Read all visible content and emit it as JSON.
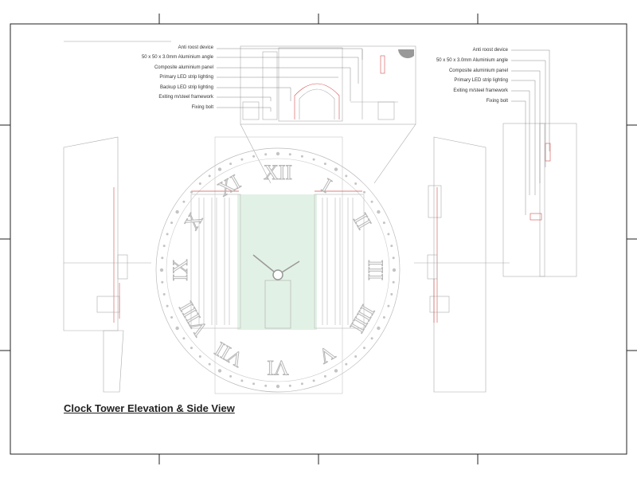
{
  "title": "Clock Tower Elevation & Side View",
  "callouts_left": [
    "Anti roost device",
    "50 x 50 x 3.0mm Aluminium angle",
    "Composite aluminium panel",
    "Primary LED strip lighting",
    "Backup LED strip lighting",
    "Exiting m/steel framework",
    "Fixing bolt"
  ],
  "callouts_right": [
    "Anti roost device",
    "50 x 50 x 3.0mm Aluminium angle",
    "Composite aluminium panel",
    "Primary LED strip lighting",
    "Exiting m/steel framework",
    "Fixing bolt"
  ],
  "roman_numerals": [
    "XII",
    "I",
    "II",
    "III",
    "IIII",
    "V",
    "VI",
    "VII",
    "VIII",
    "IX",
    "X",
    "XI"
  ],
  "colors": {
    "line": "#9a9a9a",
    "detail_red": "#d55050",
    "face_green": "#dbeedf",
    "numeral": "#b8b8b8",
    "border": "#222222"
  }
}
